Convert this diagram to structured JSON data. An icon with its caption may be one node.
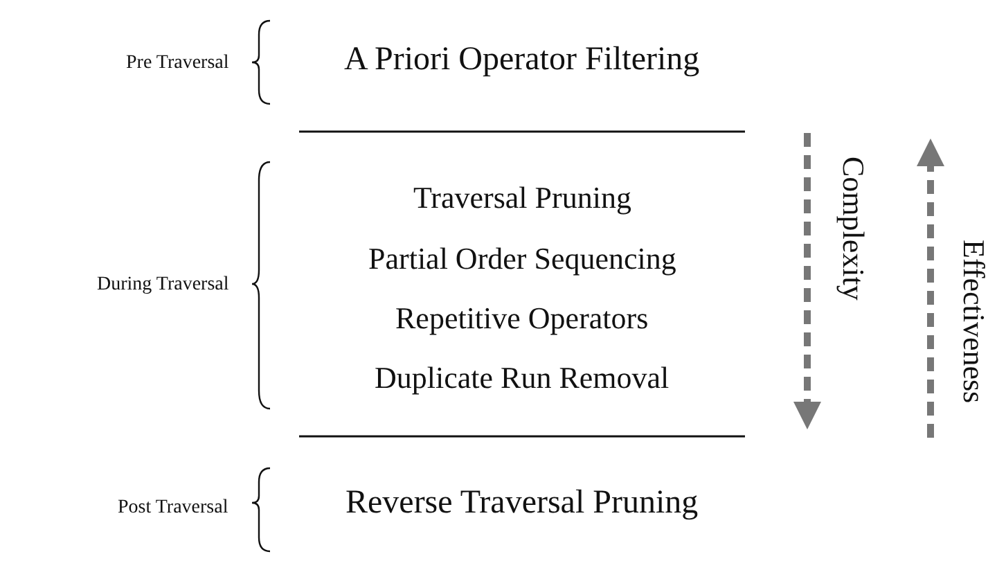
{
  "diagram": {
    "labels": [
      "Pre Traversal",
      "A Priori Operator Filtering",
      "During Traversal",
      "Traversal Pruning",
      "Partial Order Sequencing",
      "Repetitive Operators",
      "Duplicate Run Removal",
      "Complexity",
      "Effectiveness",
      "Post Traversal",
      "Reverse Traversal Pruning"
    ]
  }
}
